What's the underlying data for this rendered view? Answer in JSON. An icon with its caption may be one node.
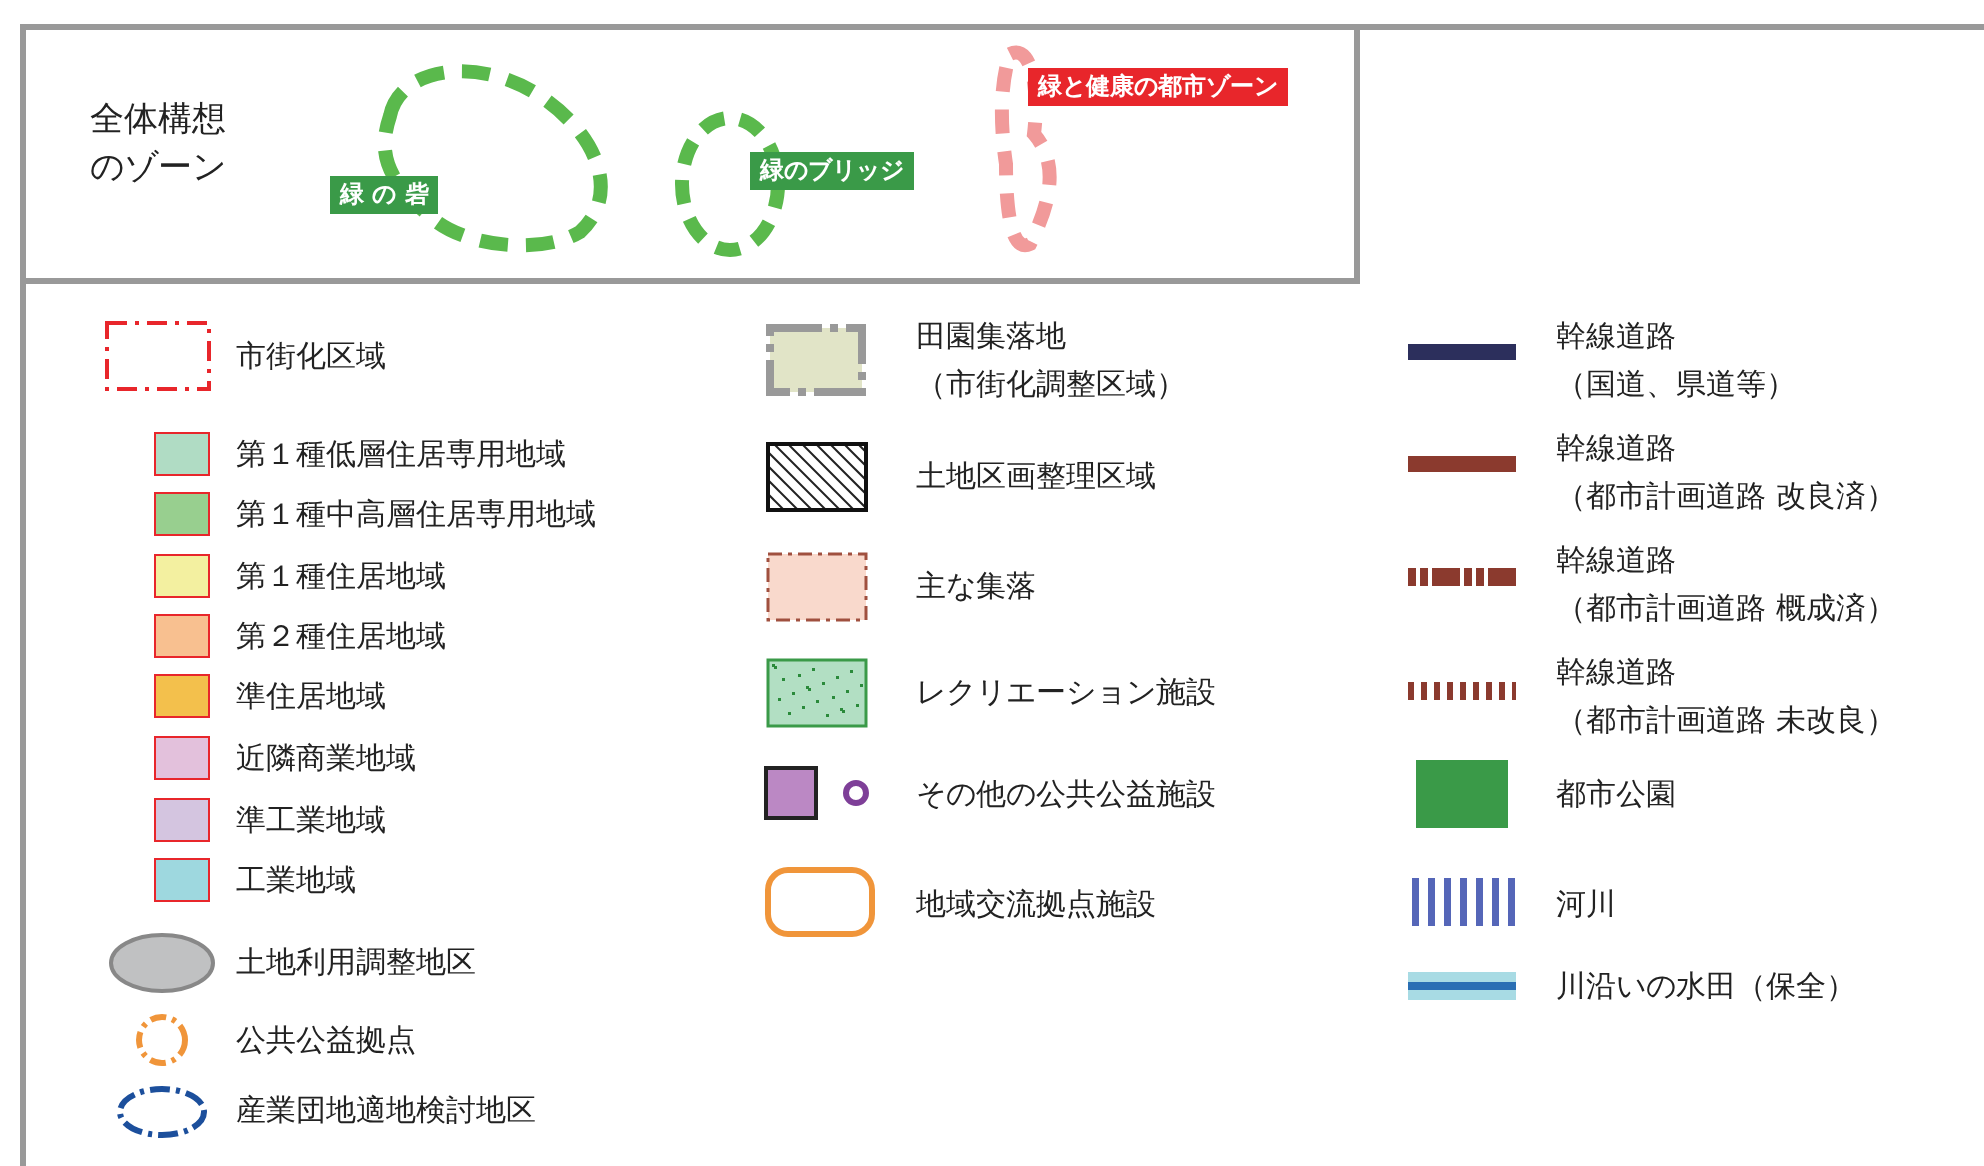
{
  "diagram": {
    "labels": [
      "全体構想のゾーン"
    ],
    "legend": [
      {
        "text": "緑 の 砦"
      },
      {
        "text": "緑のブリッジ"
      },
      {
        "text": "緑と健康の都市ゾーン"
      },
      {
        "text": "市街化区域"
      },
      {
        "text": "第１種低層住居専用地域",
        "color": "#b0dcc4"
      },
      {
        "text": "第１種中高層住居専用地域",
        "color": "#98cf8f"
      },
      {
        "text": "第１種住居地域",
        "color": "#f3f0a0"
      },
      {
        "text": "第２種住居地域",
        "color": "#f8c090"
      },
      {
        "text": "準住居地域",
        "color": "#f3c04c"
      },
      {
        "text": "近隣商業地域",
        "color": "#e3c1dc"
      },
      {
        "text": "準工業地域",
        "color": "#d4c5e0"
      },
      {
        "text": "工業地域",
        "color": "#9ed8df"
      },
      {
        "text": "土地利用調整地区"
      },
      {
        "text": "公共公益拠点"
      },
      {
        "text": "産業団地適地検討地区"
      },
      {
        "text": "田園集落地（市街化調整区域）"
      },
      {
        "text": "土地区画整理区域"
      },
      {
        "text": "主な集落"
      },
      {
        "text": "レクリエーション施設"
      },
      {
        "text": "その他の公共公益施設"
      },
      {
        "text": "地域交流拠点施設"
      },
      {
        "text": "幹線道路（国道、県道等）"
      },
      {
        "text": "幹線道路（都市計画道路 改良済）"
      },
      {
        "text": "幹線道路（都市計画道路 概成済）"
      },
      {
        "text": "幹線道路（都市計画道路 未改良）"
      },
      {
        "text": "都市公園",
        "color": "#3a9a48"
      },
      {
        "text": "河川"
      },
      {
        "text": "川沿いの水田（保全）"
      }
    ]
  }
}
